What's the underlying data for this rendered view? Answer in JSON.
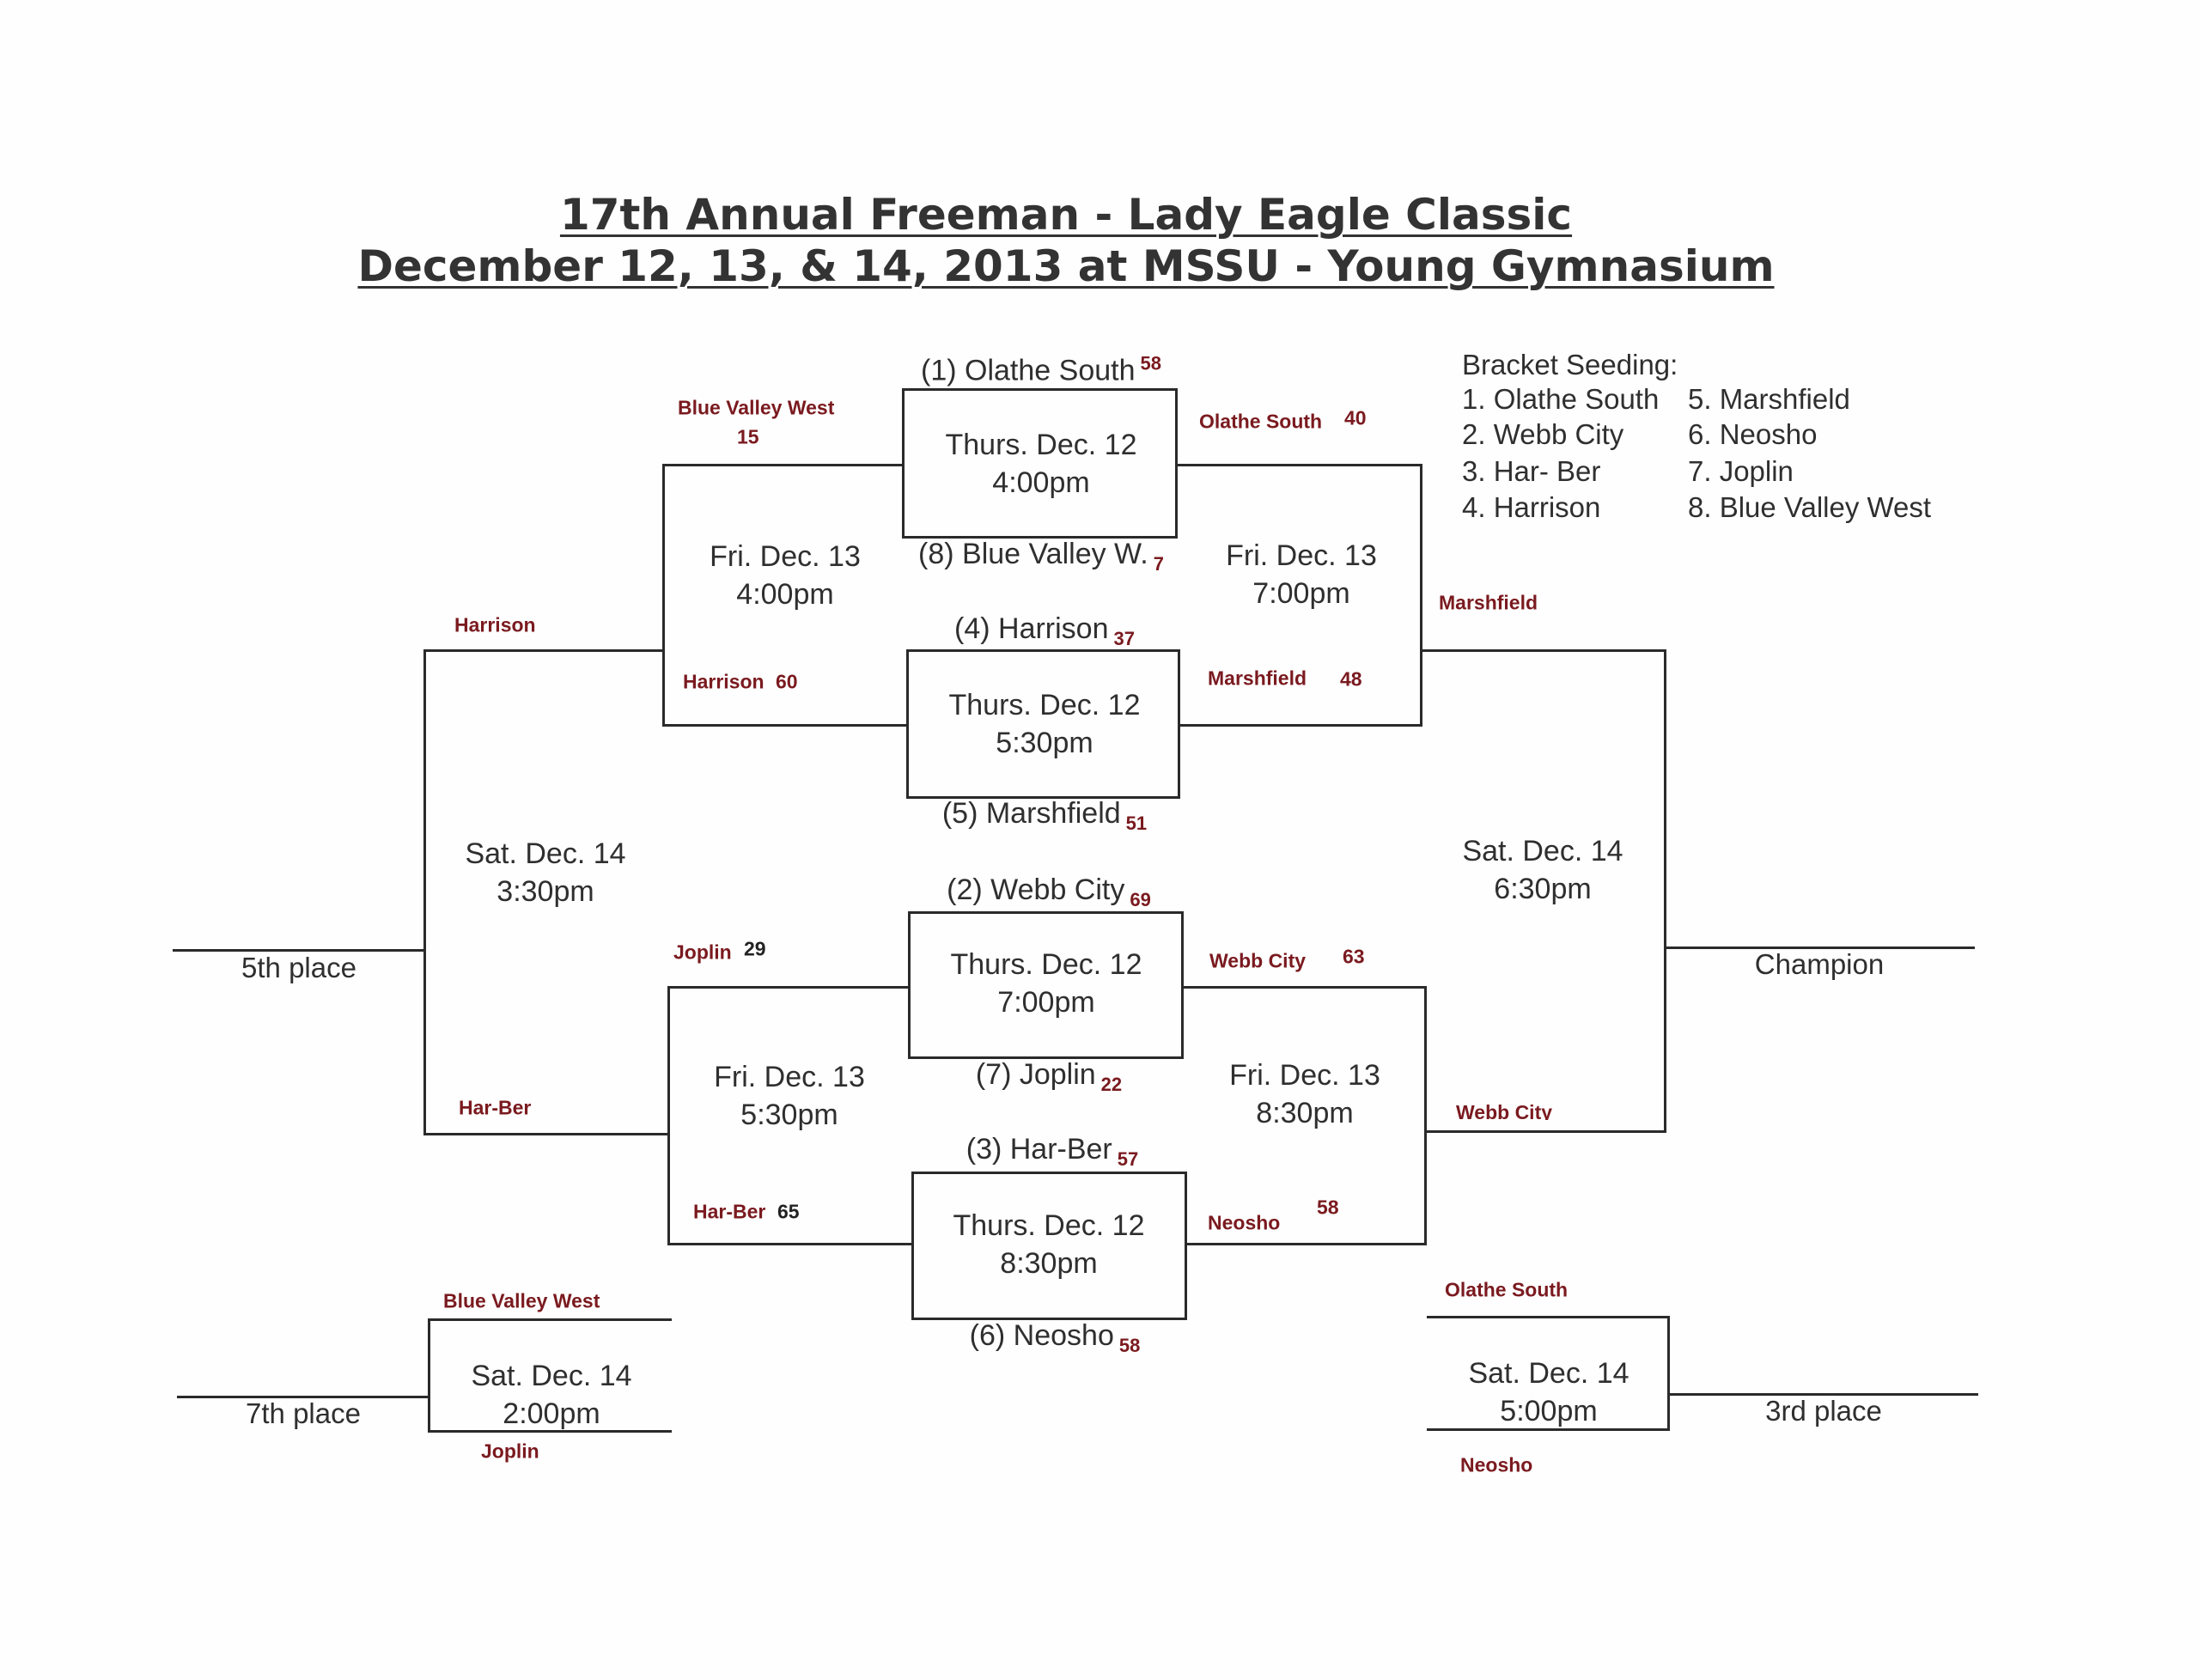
{
  "title": {
    "line1": "17th Annual Freeman - Lady Eagle Classic",
    "line2": "December 12, 13, & 14, 2013 at MSSU - Young Gymnasium"
  },
  "seeding": {
    "heading": "Bracket Seeding:",
    "col1": [
      "1. Olathe South",
      "2. Webb City",
      "3. Har- Ber",
      "4. Harrison"
    ],
    "col2": [
      "5. Marshfield",
      "6. Neosho",
      "7. Joplin",
      "8. Blue Valley West"
    ]
  },
  "first_round": [
    {
      "top_team": "(1) Olathe South",
      "top_score": "58",
      "day": "Thurs. Dec. 12",
      "time": "4:00pm",
      "bottom_team": "(8) Blue Valley W.",
      "bottom_score": "7"
    },
    {
      "top_team": "(4) Harrison",
      "top_score": "37",
      "day": "Thurs. Dec. 12",
      "time": "5:30pm",
      "bottom_team": "(5) Marshfield",
      "bottom_score": "51"
    },
    {
      "top_team": "(2) Webb City",
      "top_score": "69",
      "day": "Thurs. Dec. 12",
      "time": "7:00pm",
      "bottom_team": "(7) Joplin",
      "bottom_score": "22"
    },
    {
      "top_team": "(3) Har-Ber",
      "top_score": "57",
      "day": "Thurs. Dec. 12",
      "time": "8:30pm",
      "bottom_team": "(6) Neosho",
      "bottom_score": "58"
    }
  ],
  "consolation_semis": [
    {
      "day": "Fri. Dec. 13",
      "time": "4:00pm",
      "top_team": "Blue Valley West",
      "top_score": "15",
      "bottom_team": "Harrison",
      "bottom_score": "60"
    },
    {
      "day": "Fri. Dec. 13",
      "time": "5:30pm",
      "top_team": "Joplin",
      "top_score": "29",
      "bottom_team": "Har-Ber",
      "bottom_score": "65"
    }
  ],
  "semis": [
    {
      "day": "Fri. Dec. 13",
      "time": "7:00pm",
      "top_team": "Olathe South",
      "top_score": "40",
      "bottom_team": "Marshfield",
      "bottom_score": "48"
    },
    {
      "day": "Fri. Dec. 13",
      "time": "8:30pm",
      "top_team": "Webb City",
      "top_score": "63",
      "bottom_team": "Neosho",
      "bottom_score": "58"
    }
  ],
  "fifth_place": {
    "day": "Sat. Dec. 14",
    "time": "3:30pm",
    "top_team": "Harrison",
    "bottom_team": "Har-Ber",
    "label": "5th place"
  },
  "seventh_place": {
    "day": "Sat. Dec. 14",
    "time": "2:00pm",
    "top_team": "Blue Valley West",
    "bottom_team": "Joplin",
    "label": "7th place"
  },
  "championship": {
    "day": "Sat. Dec. 14",
    "time": "6:30pm",
    "top_team": "Marshfield",
    "bottom_team": "Webb City",
    "label": "Champion"
  },
  "third_place": {
    "day": "Sat. Dec. 14",
    "time": "5:00pm",
    "top_team": "Olathe South",
    "bottom_team": "Neosho",
    "label": "3rd place"
  }
}
